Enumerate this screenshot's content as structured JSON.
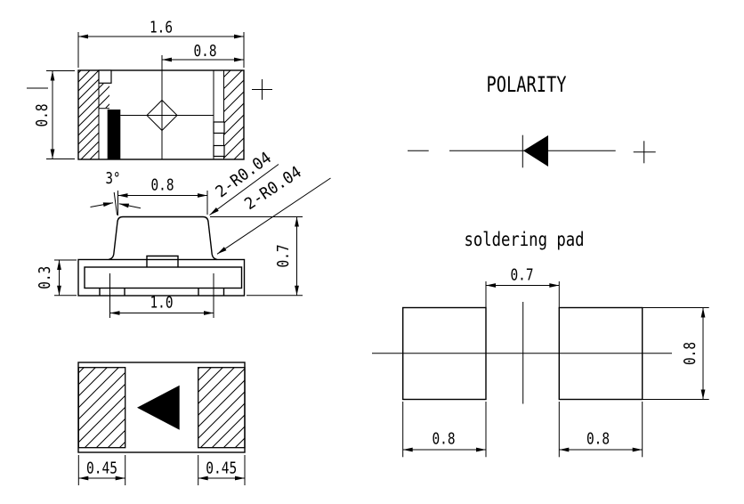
{
  "views": {
    "top": {
      "dim_overall_width": "1.6",
      "dim_half_width": "0.8",
      "dim_height": "0.8"
    },
    "side": {
      "draft_angle": "3°",
      "dim_top_width": "0.8",
      "fillet_label_1": "2-R0.04",
      "fillet_label_2": "2-R0.04",
      "dim_total_height": "0.7",
      "dim_base_height": "0.3",
      "dim_lead_span": "1.0"
    },
    "bottom": {
      "dim_left_pad": "0.45",
      "dim_right_pad": "0.45"
    },
    "polarity": {
      "title": "POLARITY"
    },
    "soldering_pad": {
      "title": "soldering pad",
      "dim_gap": "0.7",
      "dim_left_pad_width": "0.8",
      "dim_right_pad_width": "0.8",
      "dim_pad_height": "0.8"
    }
  }
}
